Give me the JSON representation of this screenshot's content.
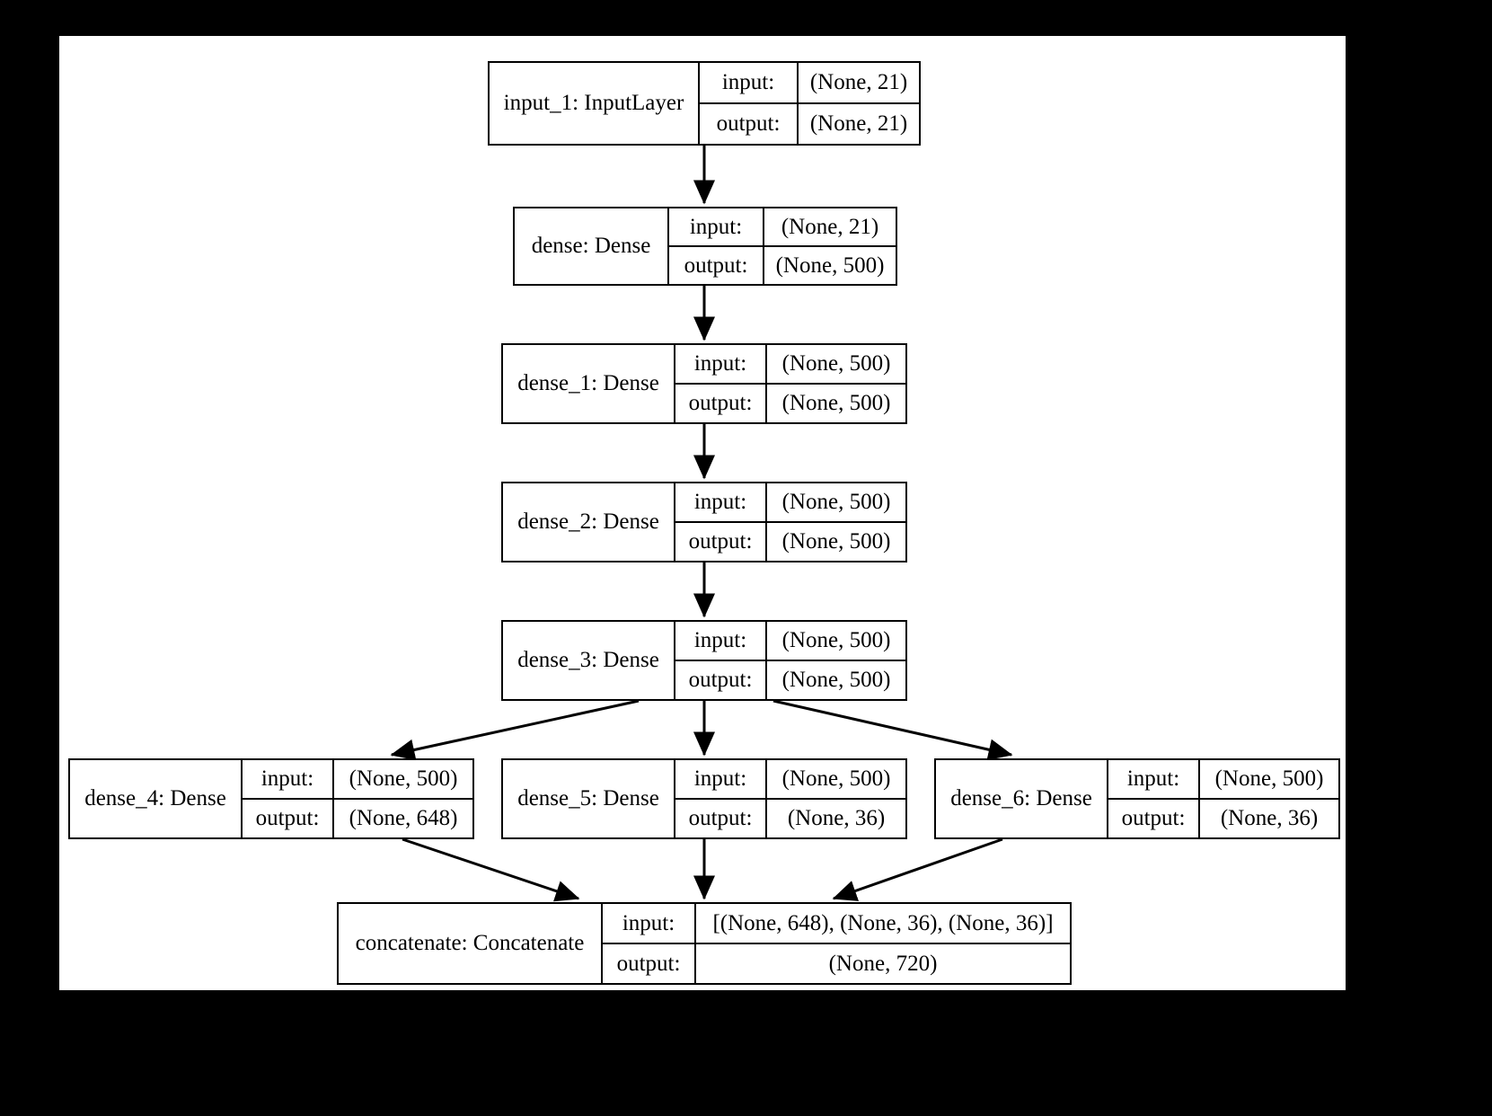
{
  "diagram": {
    "title": "Keras model architecture graph",
    "background_color": "#000000",
    "sheet_color": "#ffffff",
    "line_color": "#000000",
    "row_labels": {
      "input": "input:",
      "output": "output:"
    },
    "nodes": [
      {
        "id": "input_1",
        "label": "input_1: InputLayer",
        "input_label": "input:",
        "input_shape": "(None, 21)",
        "output_label": "output:",
        "output_shape": "(None, 21)"
      },
      {
        "id": "dense",
        "label": "dense: Dense",
        "input_label": "input:",
        "input_shape": "(None, 21)",
        "output_label": "output:",
        "output_shape": "(None, 500)"
      },
      {
        "id": "dense_1",
        "label": "dense_1: Dense",
        "input_label": "input:",
        "input_shape": "(None, 500)",
        "output_label": "output:",
        "output_shape": "(None, 500)"
      },
      {
        "id": "dense_2",
        "label": "dense_2: Dense",
        "input_label": "input:",
        "input_shape": "(None, 500)",
        "output_label": "output:",
        "output_shape": "(None, 500)"
      },
      {
        "id": "dense_3",
        "label": "dense_3: Dense",
        "input_label": "input:",
        "input_shape": "(None, 500)",
        "output_label": "output:",
        "output_shape": "(None, 500)"
      },
      {
        "id": "dense_4",
        "label": "dense_4: Dense",
        "input_label": "input:",
        "input_shape": "(None, 500)",
        "output_label": "output:",
        "output_shape": "(None, 648)"
      },
      {
        "id": "dense_5",
        "label": "dense_5: Dense",
        "input_label": "input:",
        "input_shape": "(None, 500)",
        "output_label": "output:",
        "output_shape": "(None, 36)"
      },
      {
        "id": "dense_6",
        "label": "dense_6: Dense",
        "input_label": "input:",
        "input_shape": "(None, 500)",
        "output_label": "output:",
        "output_shape": "(None, 36)"
      },
      {
        "id": "concatenate",
        "label": "concatenate: Concatenate",
        "input_label": "input:",
        "input_shape": "[(None, 648), (None, 36), (None, 36)]",
        "output_label": "output:",
        "output_shape": "(None, 720)"
      }
    ],
    "edges": [
      {
        "from": "input_1",
        "to": "dense"
      },
      {
        "from": "dense",
        "to": "dense_1"
      },
      {
        "from": "dense_1",
        "to": "dense_2"
      },
      {
        "from": "dense_2",
        "to": "dense_3"
      },
      {
        "from": "dense_3",
        "to": "dense_4"
      },
      {
        "from": "dense_3",
        "to": "dense_5"
      },
      {
        "from": "dense_3",
        "to": "dense_6"
      },
      {
        "from": "dense_4",
        "to": "concatenate"
      },
      {
        "from": "dense_5",
        "to": "concatenate"
      },
      {
        "from": "dense_6",
        "to": "concatenate"
      }
    ]
  }
}
